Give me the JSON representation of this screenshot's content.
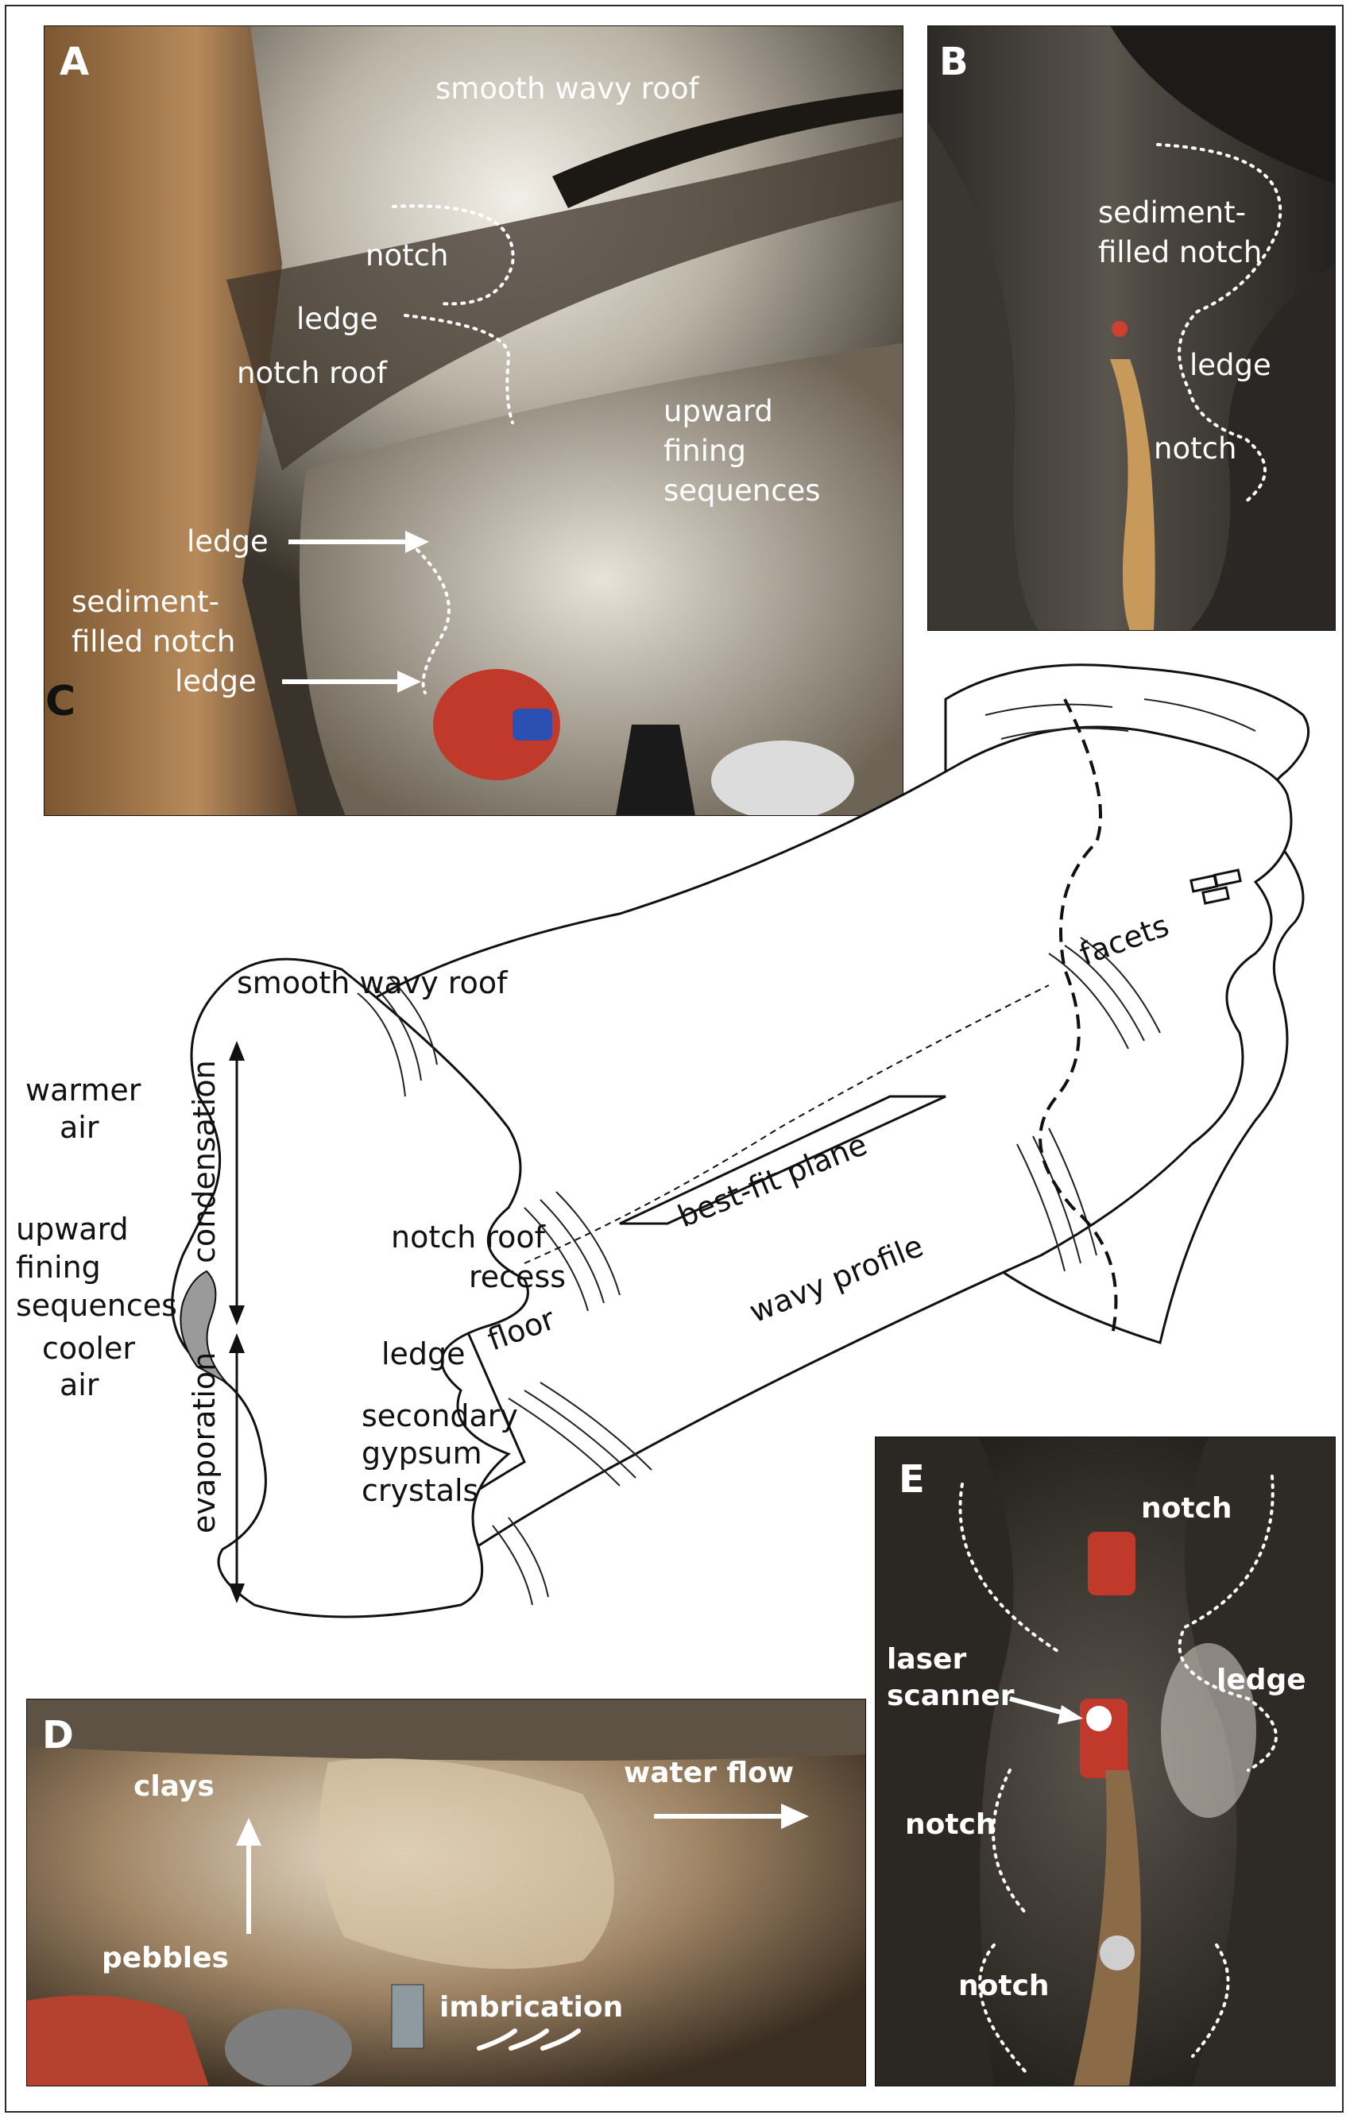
{
  "panel_a": {
    "label": "A",
    "annotations": {
      "smooth_wavy_roof": "smooth wavy roof",
      "notch": "notch",
      "ledge_top": "ledge",
      "notch_roof": "notch roof",
      "upward_line1": "upward",
      "upward_line2": "fining",
      "upward_line3": "sequences",
      "ledge_mid": "ledge",
      "sediment_line1": "sediment-",
      "sediment_line2": "filled notch",
      "ledge_bottom": "ledge"
    }
  },
  "panel_b": {
    "label": "B",
    "annotations": {
      "sediment_line1": "sediment-",
      "sediment_line2": "filled notch",
      "ledge": "ledge",
      "notch": "notch"
    }
  },
  "panel_c": {
    "label": "C",
    "annotations": {
      "smooth_wavy_roof": "smooth wavy roof",
      "warmer_line1": "warmer",
      "warmer_line2": "air",
      "condensation": "condensation",
      "upward_line1": "upward",
      "upward_line2": "fining",
      "upward_line3": "sequences",
      "cooler_line1": "cooler",
      "cooler_line2": "air",
      "evaporation": "evaporation",
      "notch_roof": "notch roof",
      "recess": "recess",
      "floor": "floor",
      "ledge": "ledge",
      "secondary_line1": "secondary",
      "secondary_line2": "gypsum",
      "secondary_line3": "crystals",
      "best_fit_plane": "best-fit plane",
      "wavy_profile": "wavy profile",
      "facets": "facets"
    }
  },
  "panel_d": {
    "label": "D",
    "annotations": {
      "clays": "clays",
      "water_flow": "water flow",
      "pebbles": "pebbles",
      "imbrication": "imbrication"
    }
  },
  "panel_e": {
    "label": "E",
    "annotations": {
      "notch_top": "notch",
      "ledge": "ledge",
      "laser_line1": "laser",
      "laser_line2": "scanner",
      "notch_mid": "notch",
      "notch_bottom": "notch"
    }
  },
  "colors": {
    "cave_dark": "#2a2520",
    "cave_mid": "#6b5a48",
    "cave_light": "#cfc6b6",
    "helmet_red": "#c0392b",
    "ink": "#111111",
    "annotation": "#ffffff"
  }
}
